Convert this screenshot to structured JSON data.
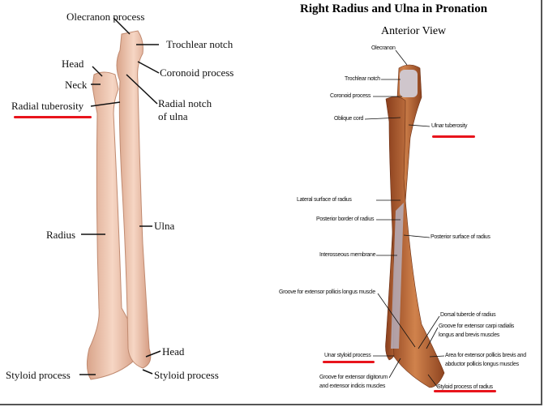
{
  "left_diagram": {
    "labels": [
      "Olecranon process",
      "Trochlear notch",
      "Head",
      "Neck",
      "Coronoid process",
      "Radial tuberosity",
      "Radial notch",
      "of ulna",
      "Radius",
      "Ulna",
      "Head",
      "Styloid process",
      "Styloid process"
    ]
  },
  "right_diagram": {
    "title": "Right Radius and Ulna in Pronation",
    "subtitle": "Anterior View",
    "labels": [
      "Olecranon",
      "Trochlear notch",
      "Coronoid process",
      "Oblique cord",
      "Ulnar tuberosity",
      "Lateral surface of radius",
      "Posterior border of radius",
      "Posterior surface of radius",
      "Interosseous membrane",
      "Groove for extensor pollicis longus muscle",
      "Dorsal tubercle of radius",
      "Groove for extensor carpi radialis",
      "longus and brevis muscles",
      "Unar styloid process",
      "Area for extensor pollicis brevis and",
      "abductor pollicis longus muscles",
      "Groove for extensor digitorum",
      "and extensor indicis muscles",
      "Styloid process of radius"
    ]
  },
  "colors": {
    "highlight": "#e8141c",
    "bone_light": "#f0c8b0",
    "bone_dark": "#a8542c"
  }
}
